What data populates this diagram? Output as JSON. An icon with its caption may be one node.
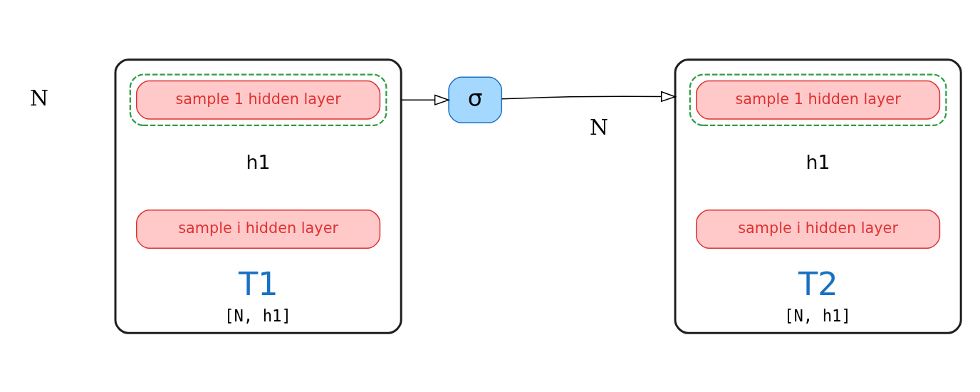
{
  "diagram": {
    "nodes": [
      {
        "text": [
          "T1"
        ],
        "beside": [
          "h1",
          "N",
          "[N, h1]"
        ]
      },
      {
        "text": [],
        "shape": "box",
        "in": 0
      },
      {
        "text": [
          "sample 1 hidden layer"
        ],
        "in": 1
      },
      {
        "text": [
          "sample i hidden layer"
        ],
        "in": 0
      },
      {
        "text": [
          "σ"
        ]
      },
      {
        "text": [
          "T2"
        ],
        "beside": [
          "h1",
          "N",
          "[N, h1]"
        ]
      },
      {
        "text": [],
        "shape": "box",
        "in": 5
      },
      {
        "text": [
          "sample 1 hidden layer"
        ],
        "in": 6
      },
      {
        "text": [
          "sample i hidden layer"
        ],
        "in": 5
      }
    ],
    "edges": [
      {
        "from": 0,
        "to": 4,
        "arrow": "to"
      },
      {
        "from": 4,
        "to": 5,
        "arrow": "to"
      }
    ]
  }
}
